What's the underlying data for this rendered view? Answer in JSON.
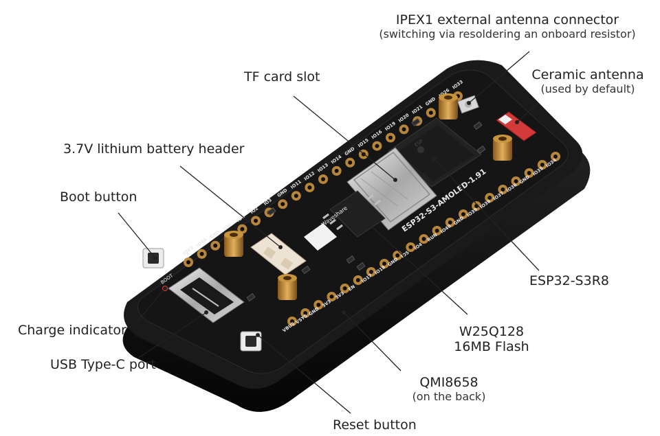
{
  "board_text": {
    "silk_name": "ESP32-S3-AMOLED-1.91",
    "brand": "Waveshare",
    "boot": "BOOT",
    "top_pins": [
      "IO43",
      "IO44",
      "GND",
      "IO0",
      "IO1",
      "IO2",
      "IO3",
      "GND",
      "IO11",
      "IO12",
      "IO13",
      "IO14",
      "GND",
      "IO15",
      "IO16",
      "IO19",
      "IO20",
      "IO21",
      "GND",
      "IO26",
      "IO33"
    ],
    "bottom_pins": [
      "VBUS",
      "VSYS",
      "GND",
      "3V3",
      "3V3",
      "EN",
      "IO17",
      "IO18",
      "GND",
      "IO5",
      "IO4",
      "RUN",
      "IO40",
      "GND",
      "IO39",
      "IO38",
      "IO37",
      "IO36",
      "GND",
      "IO35",
      "IO34"
    ]
  },
  "callouts": {
    "ipex": {
      "title": "IPEX1 external antenna connector",
      "note": "(switching via resoldering an onboard resistor)"
    },
    "ceramic": {
      "title": "Ceramic antenna",
      "note": "(used by default)"
    },
    "tf": {
      "title": "TF card slot"
    },
    "battery": {
      "title": "3.7V lithium battery header"
    },
    "boot": {
      "title": "Boot button"
    },
    "esp": {
      "title": "ESP32-S3R8"
    },
    "charge": {
      "title": "Charge indicator"
    },
    "flash": {
      "title": "W25Q128",
      "note": "16MB Flash"
    },
    "usb": {
      "title": "USB Type-C port"
    },
    "qmi": {
      "title": "QMI8658",
      "note": "(on the back)"
    },
    "reset": {
      "title": "Reset button"
    }
  },
  "colors": {
    "pcb": "#141414",
    "case": "#0b0b0b",
    "pad": "#b8863a",
    "silk": "#e8e8e8",
    "leader": "#222222",
    "led": "#e04040"
  }
}
